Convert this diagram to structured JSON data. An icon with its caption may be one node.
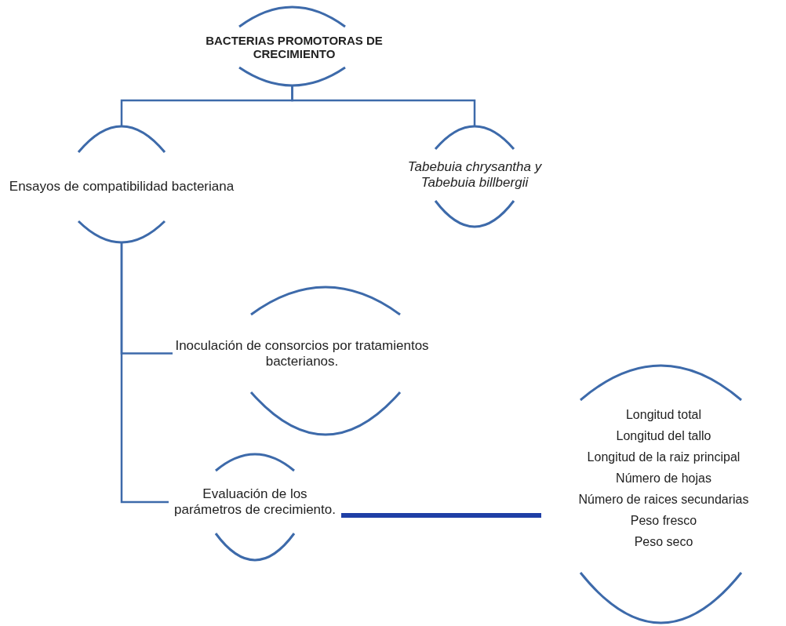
{
  "diagram": {
    "nodes": [
      {
        "text": [
          "BACTERIAS PROMOTORAS DE CRECIMIENTO"
        ]
      },
      {
        "text": [
          "Ensayos de compatibilidad bacteriana"
        ]
      },
      {
        "text": [
          "Tabebuia chrysantha y Tabebuia billbergii"
        ]
      },
      {
        "text": [
          "Inoculación de consorcios por tratamientos bacterianos."
        ]
      },
      {
        "text": [
          "Evaluación de los parámetros de crecimiento."
        ]
      },
      {
        "text": [
          "Longitud total",
          "Longitud del tallo",
          "Longitud de la raiz principal",
          "Número de hojas",
          "Número de raices secundarias",
          "Peso fresco",
          "Peso seco"
        ]
      }
    ],
    "edges": [
      {
        "from": 0,
        "to": 1,
        "arrow": "none"
      },
      {
        "from": 0,
        "to": 2,
        "arrow": "none"
      },
      {
        "from": 1,
        "to": 3,
        "arrow": "none"
      },
      {
        "from": 1,
        "to": 4,
        "arrow": "none"
      },
      {
        "from": 4,
        "to": 5,
        "arrow": "none",
        "style": "thick",
        "color": "#1f3fa6"
      }
    ]
  }
}
